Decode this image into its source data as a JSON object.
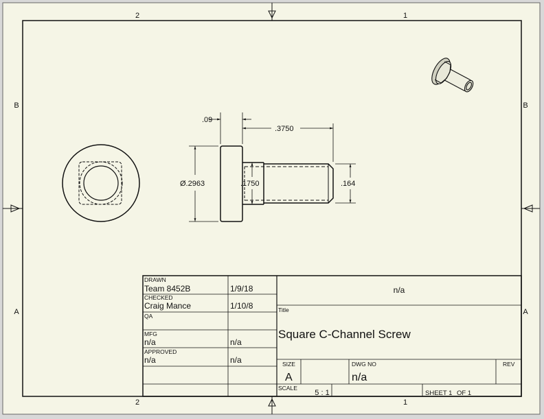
{
  "border": {
    "zone_columns": [
      "2",
      "1"
    ],
    "zone_rows": [
      "B",
      "A"
    ]
  },
  "views": {
    "dim_head_thickness": ".09",
    "dim_shank_length": ".3750",
    "dim_head_diameter": "Ø.2963",
    "dim_shoulder_diameter": ".1750",
    "dim_thread_diameter": ".164"
  },
  "title_block": {
    "drawn_label": "DRAWN",
    "drawn_by": "Team 8452B",
    "drawn_date": "1/9/18",
    "checked_label": "CHECKED",
    "checked_by": "Craig Mance",
    "checked_date": "1/10/8",
    "qa_label": "QA",
    "mfg_label": "MFG",
    "mfg_value": "n/a",
    "mfg_date": "n/a",
    "approved_label": "APPROVED",
    "approved_value": "n/a",
    "approved_date": "n/a",
    "company": "n/a",
    "title_label": "Title",
    "title": "Square C-Channel Screw",
    "size_label": "SIZE",
    "size": "A",
    "dwg_no_label": "DWG NO",
    "dwg_no": "n/a",
    "rev_label": "REV",
    "scale_label": "SCALE",
    "scale": "5 : 1",
    "sheet": "SHEET 1",
    "sheet_of": "OF 1"
  }
}
